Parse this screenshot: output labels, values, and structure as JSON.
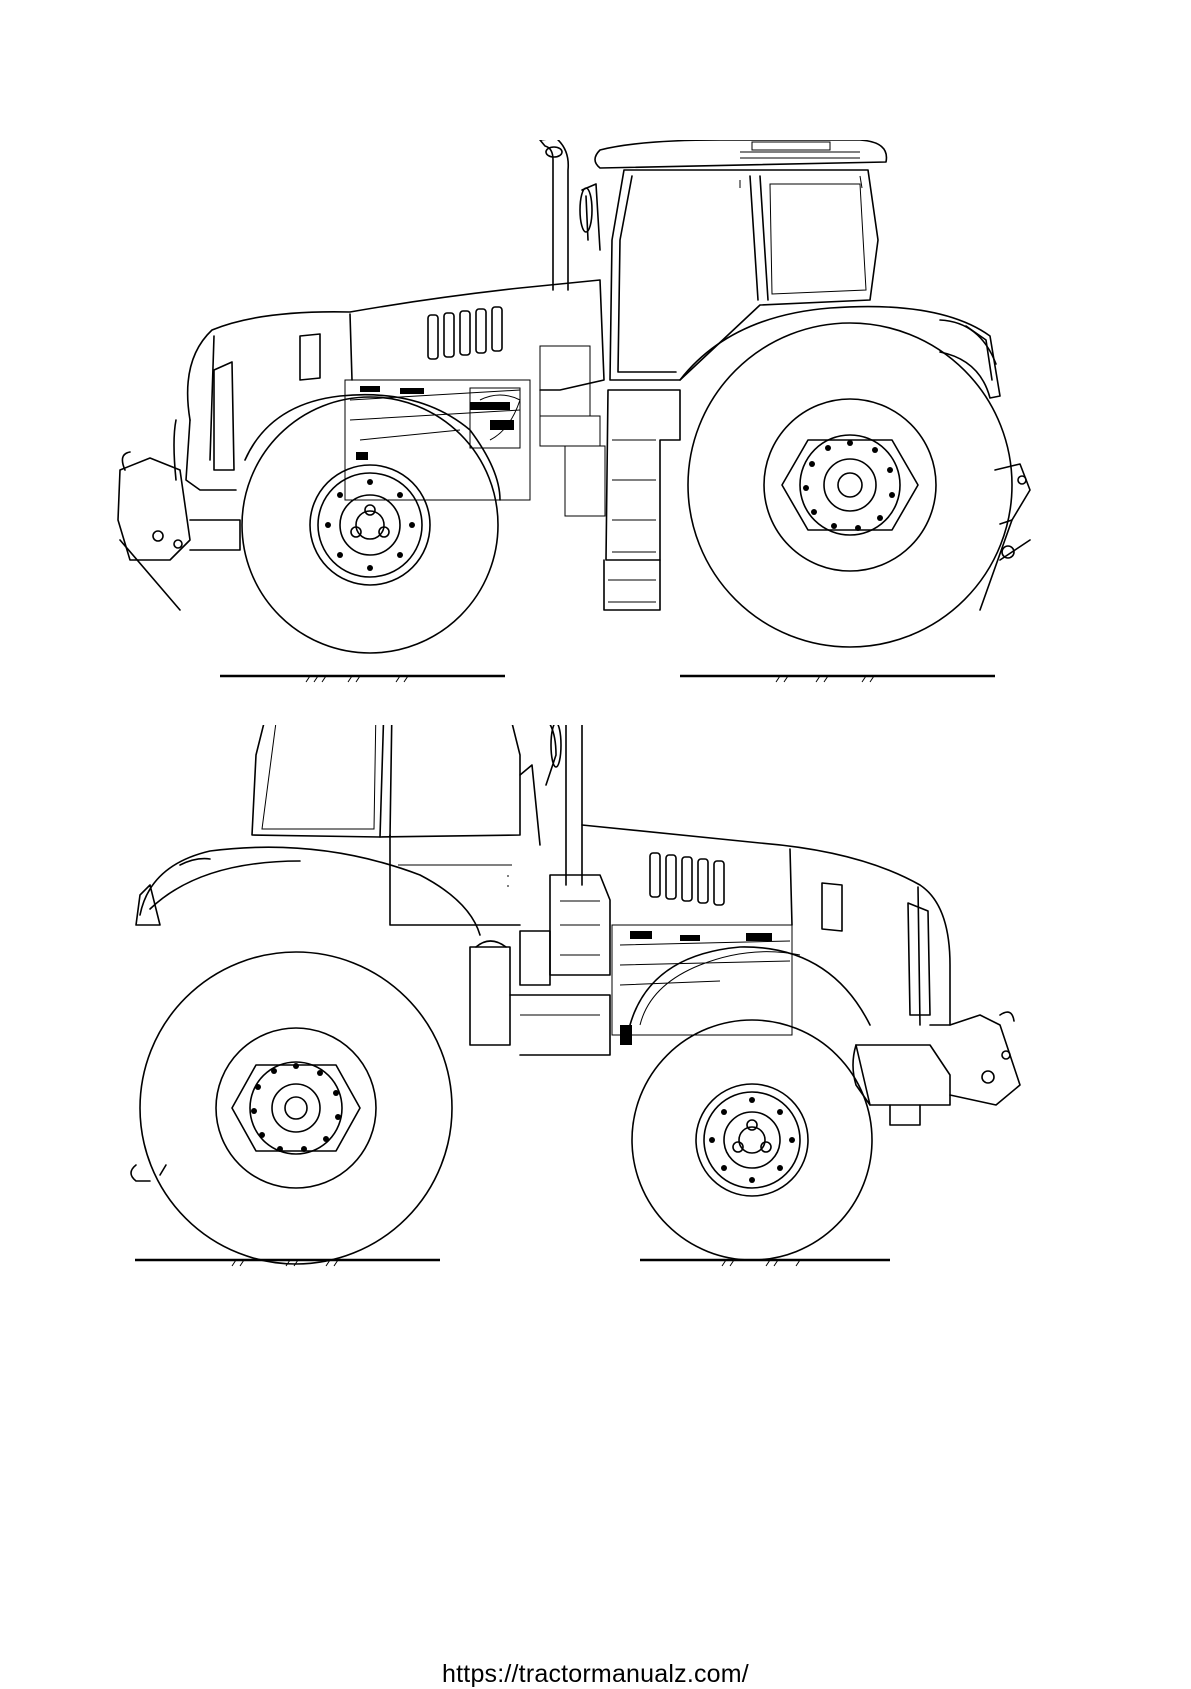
{
  "footer": {
    "url": "https://tractormanualz.com/"
  },
  "icons": {
    "top_drawing": "tractor-right-side-view-line-drawing",
    "bottom_drawing": "tractor-left-side-view-line-drawing"
  },
  "colors": {
    "line": "#000000",
    "background": "#ffffff"
  }
}
